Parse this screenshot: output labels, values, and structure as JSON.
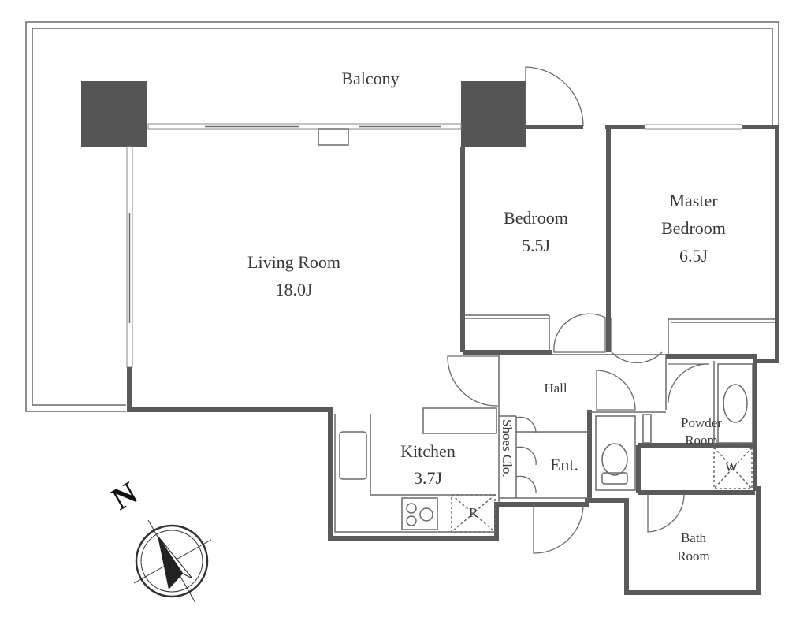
{
  "rooms": {
    "balcony": "Balcony",
    "living_name": "Living Room",
    "living_size": "18.0J",
    "bedroom_name": "Bedroom",
    "bedroom_size": "5.5J",
    "master_line1": "Master",
    "master_line2": "Bedroom",
    "master_size": "6.5J",
    "hall": "Hall",
    "kitchen_name": "Kitchen",
    "kitchen_size": "3.7J",
    "shoes_closet": "Shoes Clo.",
    "entrance": "Ent.",
    "powder_line1": "Powder",
    "powder_line2": "Room",
    "bath_line1": "Bath",
    "bath_line2": "Room"
  },
  "appliances": {
    "refrigerator": "R",
    "washer": "W"
  },
  "compass": {
    "north": "N"
  },
  "colors": {
    "wall": "#5a5a5a",
    "pillar": "#555555",
    "line": "#6a6a6a"
  },
  "icons": [
    "compass-icon",
    "stove-icon",
    "toilet-icon",
    "sink-icon",
    "door-swing-icon"
  ]
}
